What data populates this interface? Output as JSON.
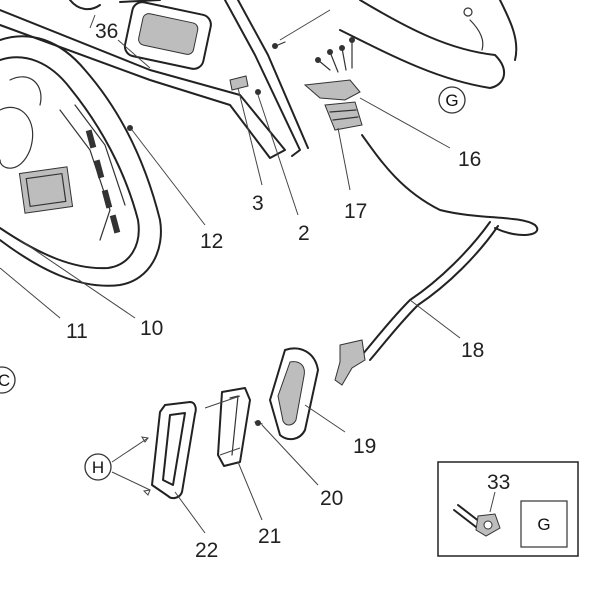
{
  "callouts": {
    "c36": "36",
    "c16": "16",
    "c3": "3",
    "c17": "17",
    "c2": "2",
    "c12": "12",
    "c11": "11",
    "c10": "10",
    "c18": "18",
    "c19": "19",
    "c20": "20",
    "c21": "21",
    "c22": "22",
    "c33": "33"
  },
  "references": {
    "g_top": "G",
    "g_inset": "G",
    "h": "H",
    "c_edge": "C"
  }
}
